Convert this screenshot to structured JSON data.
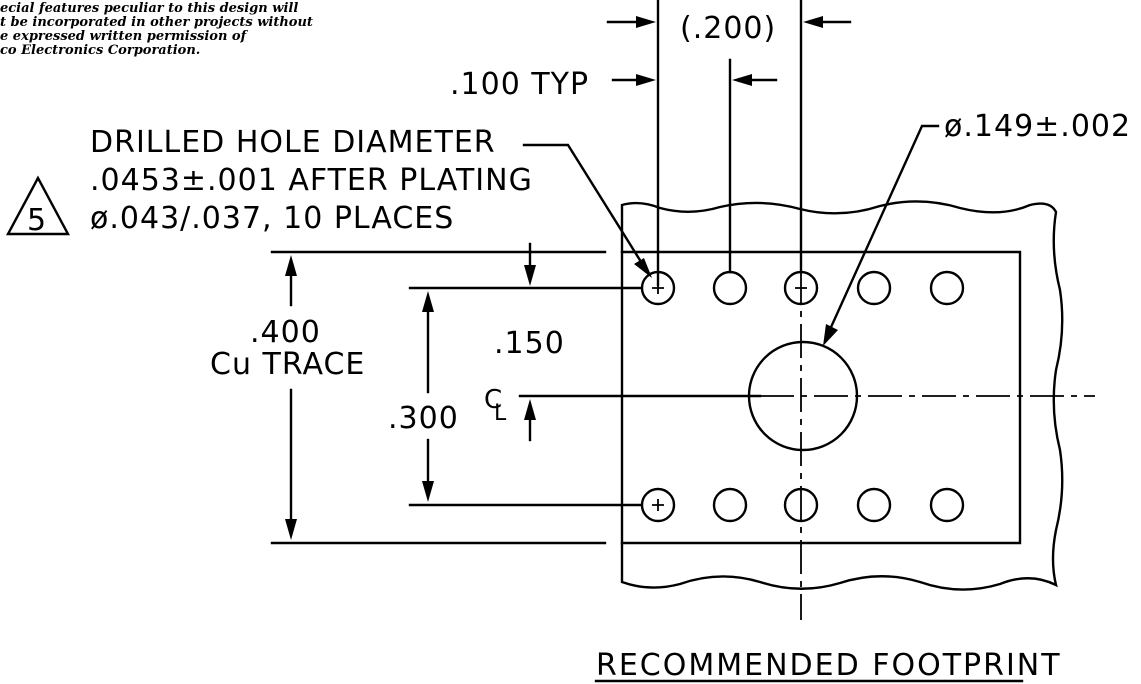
{
  "notice": {
    "lines": [
      "ecial  features  peculiar  to this  design will",
      "t   be  incorporated   in  other projects without",
      "e    expressed    written    permission     of",
      "co Electronics Corporation."
    ]
  },
  "dimensions": {
    "pitch_ref": "(.200)",
    "pitch_typ": ".100 TYP",
    "hole_callout": {
      "line1": "DRILLED HOLE DIAMETER",
      "line2": ".0453±.001 AFTER PLATING",
      "line3": "ø.043/.037, 10 PLACES"
    },
    "note_flag": "5",
    "large_hole": "ø.149±.002",
    "trace_value": ".400",
    "trace_label": "Cu TRACE",
    "row_offset": ".150",
    "row_spacing": ".300",
    "centerline": "CL"
  },
  "footer": {
    "title": "RECOMMENDED FOOTPRINT"
  }
}
